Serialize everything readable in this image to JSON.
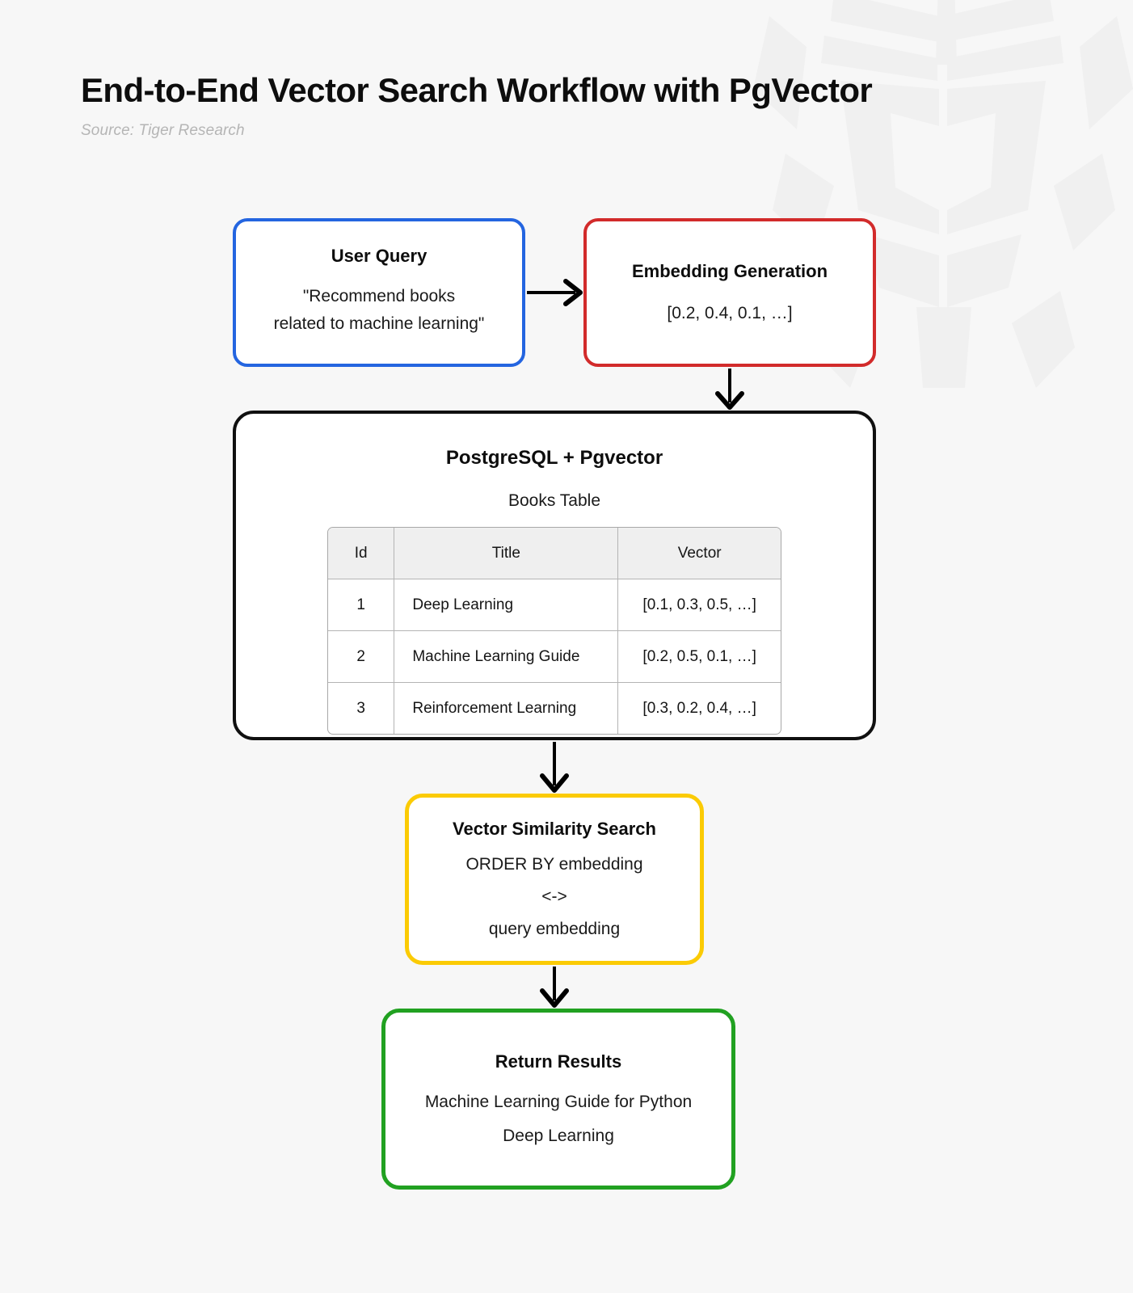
{
  "header": {
    "title": "End-to-End Vector Search Workflow with PgVector",
    "source": "Source: Tiger Research"
  },
  "colors": {
    "background": "#f7f7f7",
    "user_query_border": "#2465e0",
    "embedding_border": "#d22b2b",
    "postgres_border": "#101010",
    "similarity_border": "#fbcb05",
    "results_border": "#21a121",
    "arrow": "#000000",
    "table_header_bg": "#efefef",
    "table_border": "#b4b4b4"
  },
  "chart_data": {
    "type": "diagram",
    "title": "End-to-End Vector Search Workflow with PgVector",
    "nodes": [
      {
        "id": "user-query",
        "title": "User Query",
        "lines": [
          "\"Recommend books",
          "related to machine learning\""
        ],
        "color": "#2465e0"
      },
      {
        "id": "embedding-generation",
        "title": "Embedding Generation",
        "lines": [
          "[0.2, 0.4, 0.1, …]"
        ],
        "color": "#d22b2b"
      },
      {
        "id": "postgresql-pgvector",
        "title": "PostgreSQL + Pgvector",
        "lines": [
          "Books Table"
        ],
        "color": "#101010"
      },
      {
        "id": "vector-similarity-search",
        "title": "Vector Similarity Search",
        "lines": [
          "ORDER BY embedding",
          "<->",
          "query embedding"
        ],
        "color": "#fbcb05"
      },
      {
        "id": "return-results",
        "title": "Return Results",
        "lines": [
          "Machine Learning Guide for Python",
          "Deep Learning"
        ],
        "color": "#21a121"
      }
    ],
    "edges": [
      {
        "from": "user-query",
        "to": "embedding-generation",
        "direction": "right"
      },
      {
        "from": "embedding-generation",
        "to": "postgresql-pgvector",
        "direction": "down"
      },
      {
        "from": "postgresql-pgvector",
        "to": "vector-similarity-search",
        "direction": "down"
      },
      {
        "from": "vector-similarity-search",
        "to": "return-results",
        "direction": "down"
      }
    ]
  },
  "nodes": {
    "user_query": {
      "title": "User Query",
      "line1": "\"Recommend books",
      "line2": "related to machine learning\""
    },
    "embedding": {
      "title": "Embedding Generation",
      "vector": "[0.2, 0.4, 0.1, …]"
    },
    "postgres": {
      "title": "PostgreSQL + Pgvector",
      "subtitle": "Books Table",
      "table": {
        "columns": [
          "Id",
          "Title",
          "Vector"
        ],
        "rows": [
          {
            "id": "1",
            "title": "Deep Learning",
            "vector": "[0.1, 0.3, 0.5, …]"
          },
          {
            "id": "2",
            "title": "Machine Learning Guide",
            "vector": "[0.2, 0.5, 0.1, …]"
          },
          {
            "id": "3",
            "title": "Reinforcement Learning",
            "vector": "[0.3, 0.2, 0.4, …]"
          }
        ]
      }
    },
    "similarity": {
      "title": "Vector Similarity Search",
      "line1": "ORDER BY embedding",
      "line2": "<->",
      "line3": "query embedding"
    },
    "results": {
      "title": "Return Results",
      "line1": "Machine Learning Guide for Python",
      "line2": "Deep Learning"
    }
  }
}
